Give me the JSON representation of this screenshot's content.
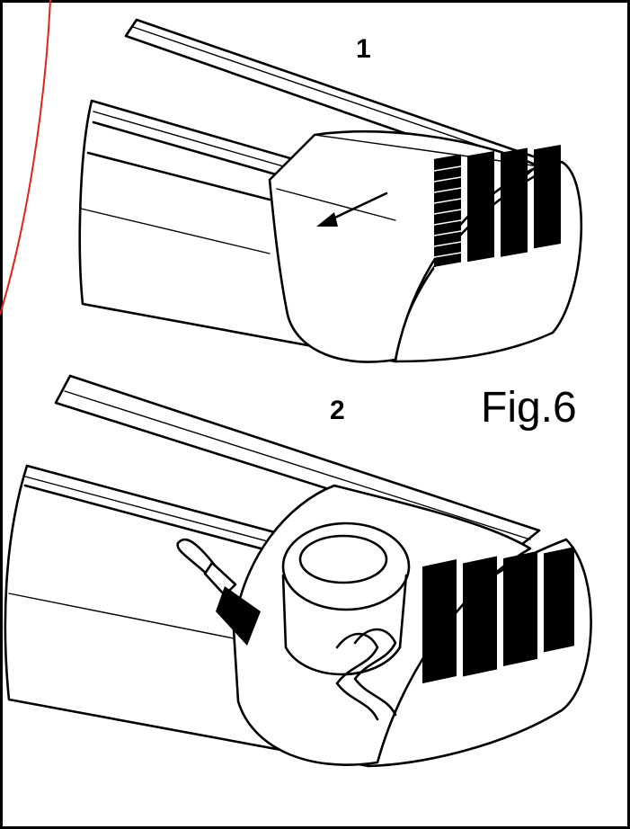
{
  "steps": [
    {
      "label": "1"
    },
    {
      "label": "2"
    }
  ],
  "caption": "Fig.6",
  "colors": {
    "border": "#000000",
    "margin_curve": "#e2231a",
    "line_art": "#000000",
    "background": "#ffffff"
  },
  "icons": {
    "step1": "cover-removal-arrow",
    "step2": "cleaning-brush"
  }
}
